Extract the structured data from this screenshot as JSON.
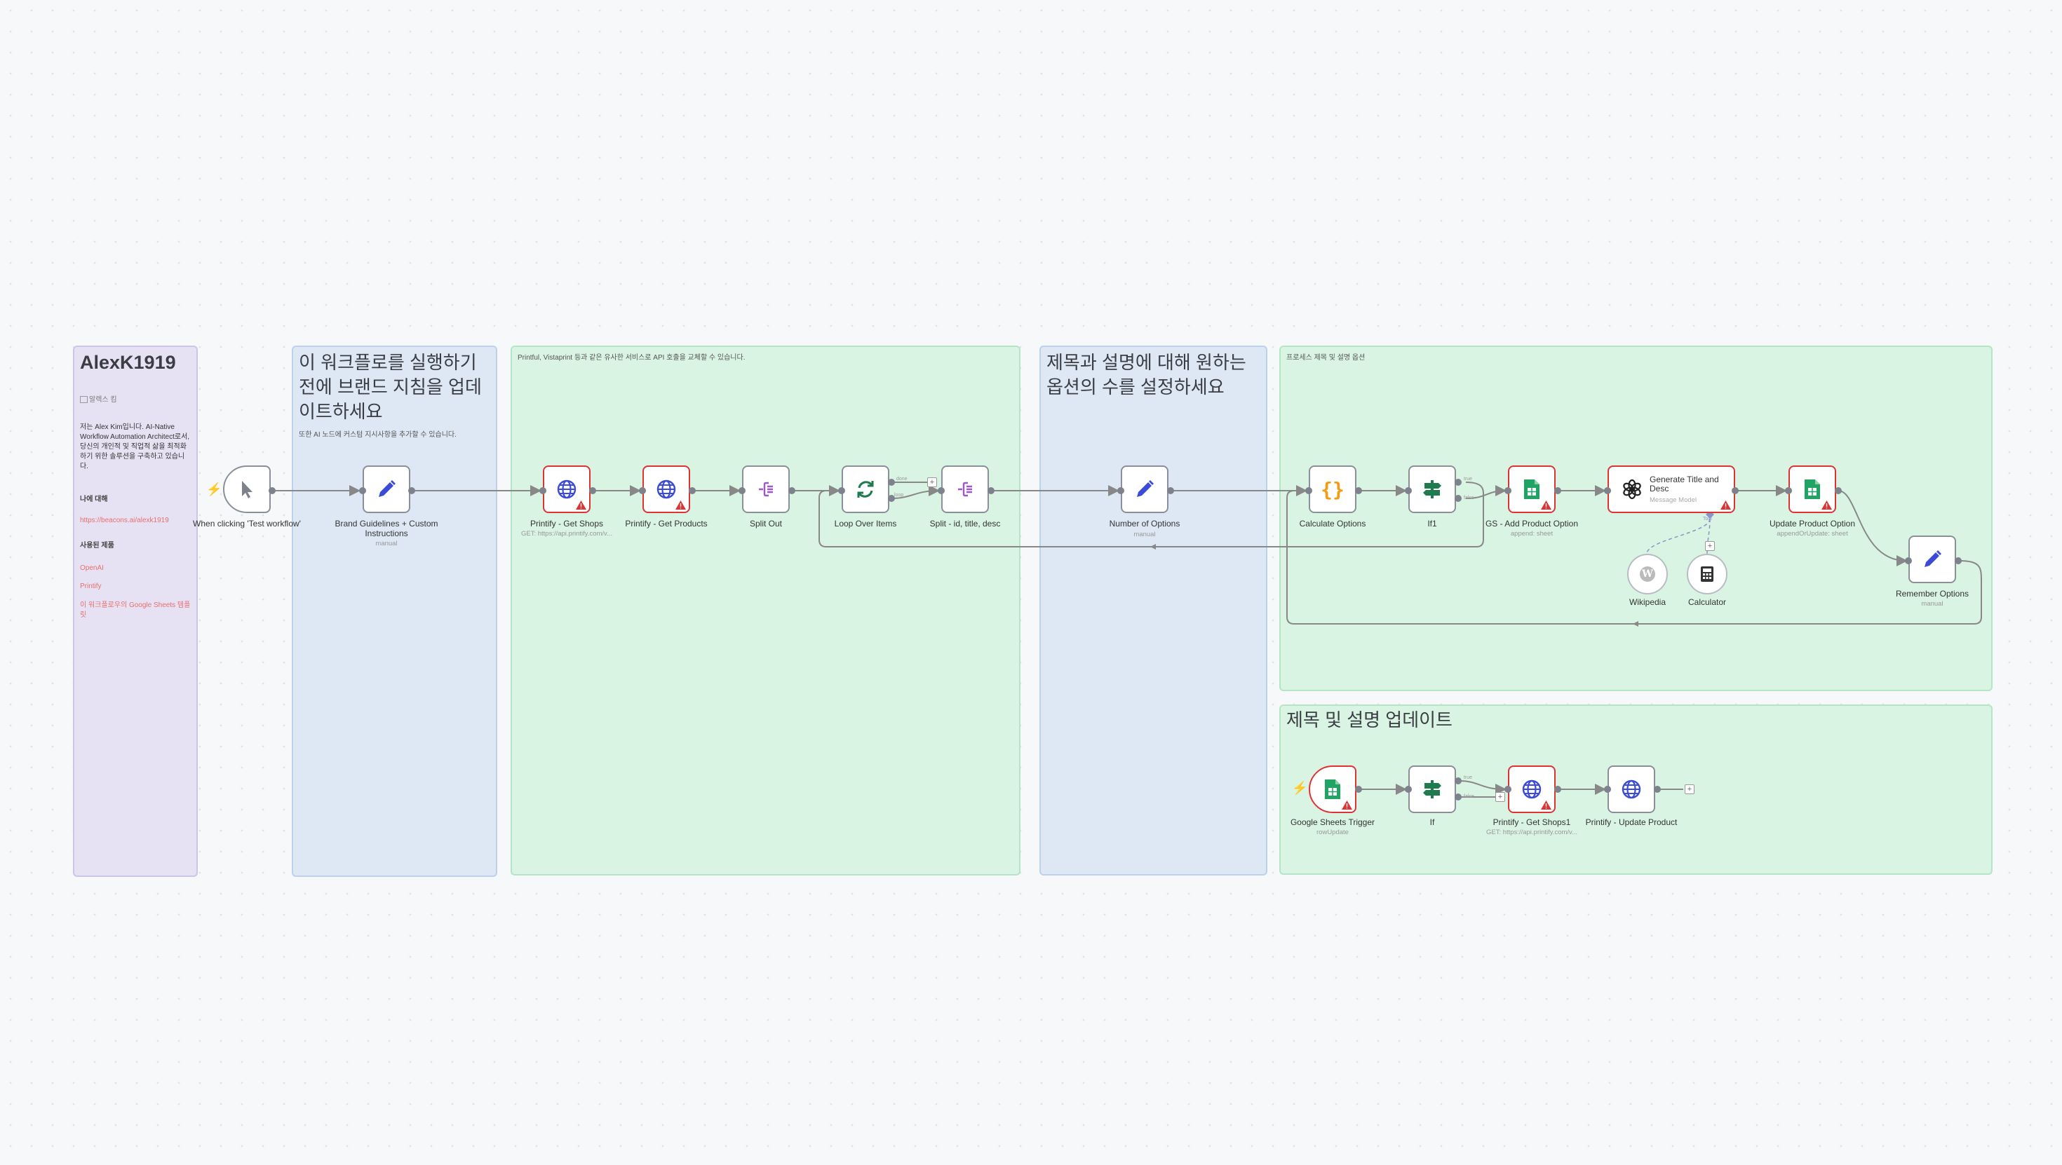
{
  "sticky_about": {
    "title": "AlexK1919",
    "image_alt": "알렉스 킴",
    "bio": "저는 Alex Kim입니다. AI-Native Workflow Automation Architect로서, 당신의 개인적 및 직업적 삶을 최적화하기 위한 솔루션을 구축하고 있습니다.",
    "about_heading": "나에 대해",
    "link": "https://beacons.ai/alexk1919",
    "products_heading": "사용된 제품",
    "products": [
      "OpenAI",
      "Printify",
      "이 워크플로우의 Google Sheets 템플릿"
    ]
  },
  "sticky_brand": {
    "title": "이 워크플로를 실행하기 전에 브랜드 지침을 업데이트하세요",
    "note": "또한 AI 노드에 커스텀 지시사항을 추가할 수 있습니다."
  },
  "sticky_api": {
    "note": "Printful, Vistaprint 등과 같은 유사한 서비스로 API 호출을 교체할 수 있습니다."
  },
  "sticky_options": {
    "title": "제목과 설명에 대해 원하는 옵션의 수를 설정하세요"
  },
  "sticky_process": {
    "note": "프로세스 제목 및 설명 옵션"
  },
  "sticky_update": {
    "title": "제목 및 설명 업데이트"
  },
  "nodes": {
    "manual_trigger": {
      "label": "When clicking 'Test workflow'",
      "icon": "cursor-icon"
    },
    "brand_guidelines": {
      "label": "Brand Guidelines + Custom Instructions",
      "sub": "manual",
      "icon": "pencil-icon"
    },
    "get_shops": {
      "label": "Printify - Get Shops",
      "sub": "GET: https://api.printify.com/v...",
      "icon": "globe-icon"
    },
    "get_products": {
      "label": "Printify - Get Products",
      "icon": "globe-icon"
    },
    "split_out": {
      "label": "Split Out",
      "icon": "split-icon"
    },
    "loop_items": {
      "label": "Loop Over Items",
      "icon": "loop-icon",
      "out_labels": [
        "done",
        "loop"
      ]
    },
    "split_fields": {
      "label": "Split - id, title, desc",
      "icon": "split-icon"
    },
    "number_options": {
      "label": "Number of Options",
      "sub": "manual",
      "icon": "pencil-icon"
    },
    "calc_options": {
      "label": "Calculate Options",
      "icon": "code-braces-icon"
    },
    "if1": {
      "label": "If1",
      "icon": "if-icon",
      "out_labels": [
        "true",
        "false"
      ]
    },
    "gs_add": {
      "label": "GS - Add Product Option",
      "sub": "append: sheet",
      "icon": "sheets-icon"
    },
    "generate": {
      "title": "Generate Title and Desc",
      "sub": "Message Model",
      "icon": "openai-icon",
      "port_label": "Tool"
    },
    "wikipedia": {
      "label": "Wikipedia",
      "icon": "wikipedia-icon"
    },
    "calculator": {
      "label": "Calculator",
      "icon": "calculator-icon"
    },
    "update_option": {
      "label": "Update Product Option",
      "sub": "appendOrUpdate: sheet",
      "icon": "sheets-icon"
    },
    "remember": {
      "label": "Remember Options",
      "sub": "manual",
      "icon": "pencil-icon"
    },
    "sheets_trigger": {
      "label": "Google Sheets Trigger",
      "sub": "rowUpdate",
      "icon": "sheets-icon"
    },
    "if": {
      "label": "If",
      "icon": "if-icon",
      "out_labels": [
        "true",
        "false"
      ]
    },
    "get_shops1": {
      "label": "Printify - Get Shops1",
      "sub": "GET: https://api.printify.com/v...",
      "icon": "globe-icon"
    },
    "update_product": {
      "label": "Printify - Update Product",
      "icon": "globe-icon"
    }
  },
  "colors": {
    "accent": "#e76f6f",
    "error": "#dd3333",
    "sheets": "#1fa463",
    "globe": "#3b4bd8",
    "split": "#9b59d0",
    "loop": "#1f7a4d"
  }
}
